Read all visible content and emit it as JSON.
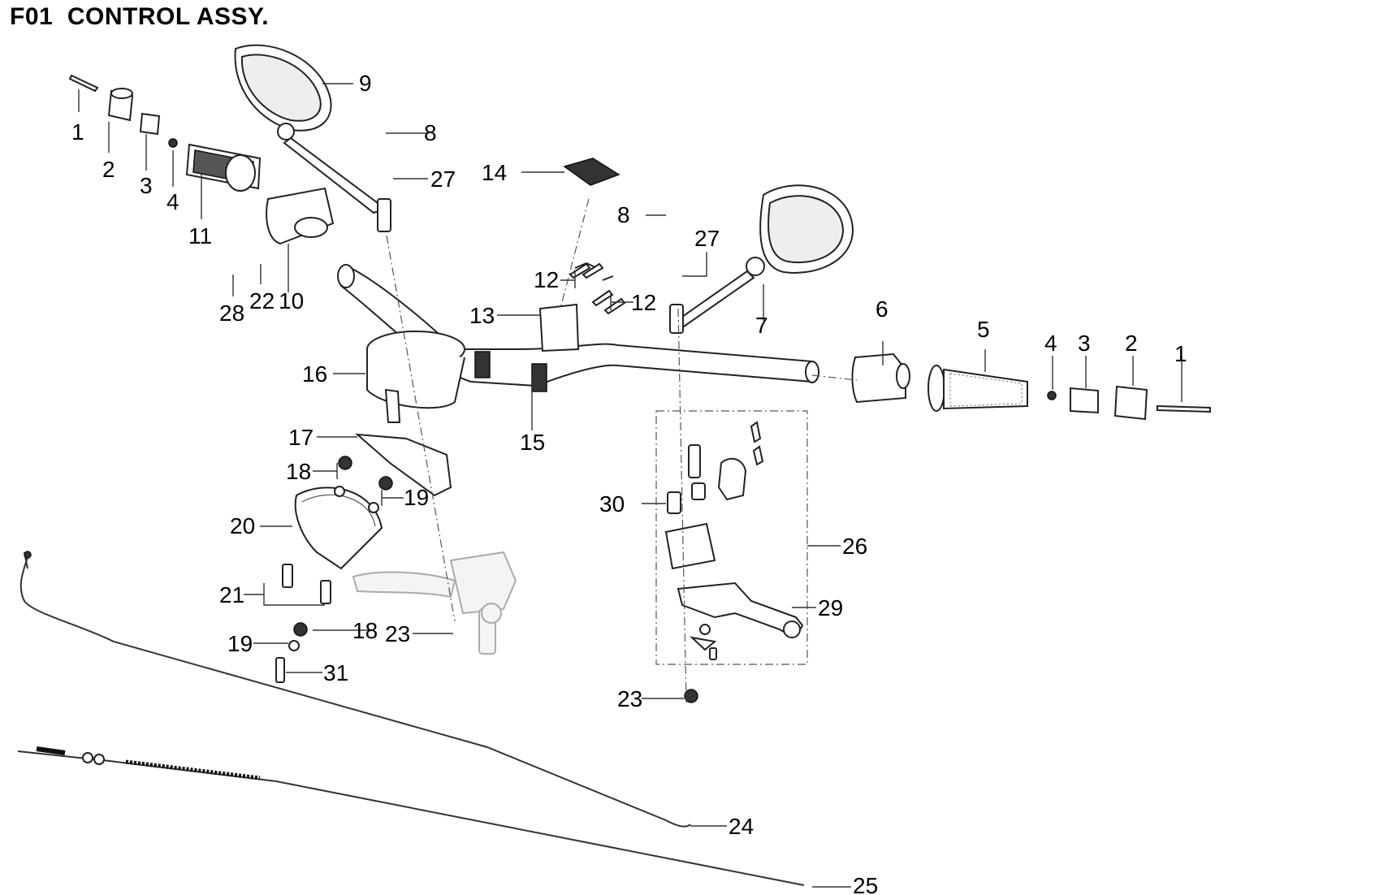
{
  "title": "F01  CONTROL ASSY.",
  "callouts": {
    "left_bolt": "1",
    "left_weight": "2",
    "left_collar": "3",
    "left_nut": "4",
    "right_bolt": "1",
    "right_weight": "2",
    "right_collar": "3",
    "right_nut": "4",
    "right_grip": "5",
    "right_switch": "6",
    "right_mirror": "7",
    "mirror_bolt_left": "8",
    "mirror_bolt_right": "8",
    "left_mirror": "9",
    "left_switch": "10",
    "throttle_grip": "11",
    "holder_bolts_upper": "12",
    "holder_bolts_lower": "12",
    "upper_holder": "13",
    "emblem": "14",
    "handlebar": "15",
    "speedometer": "16",
    "bracket": "17",
    "nut_upper": "18",
    "nut_lower": "18",
    "washer_upper": "19",
    "washer_lower": "19",
    "meter_cover": "20",
    "cover_bolts": "21",
    "switch_washer": "22",
    "nut_brake": "23",
    "nut_clutch": "23",
    "throttle_cable": "24",
    "clutch_cable": "25",
    "clutch_lever_assy": "26",
    "washer_left": "27",
    "washer_right": "27",
    "switch_screw": "28",
    "clutch_lever": "29",
    "clutch_switch": "30",
    "meter_bolt": "31"
  }
}
